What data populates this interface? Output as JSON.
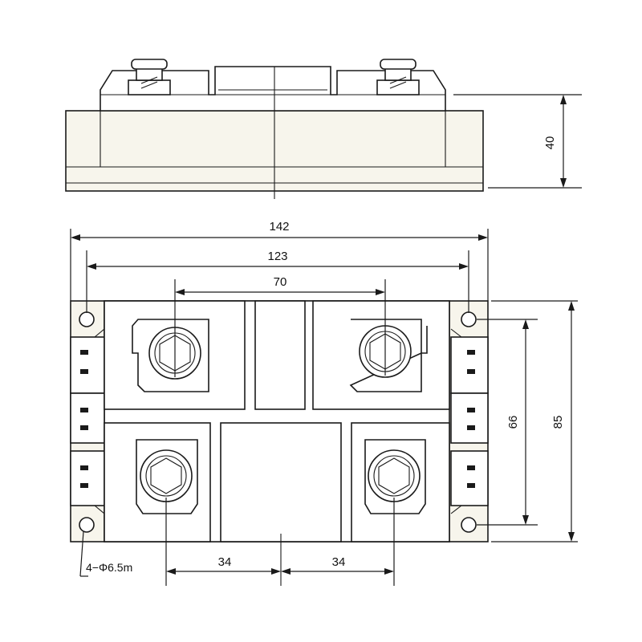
{
  "dimensions": {
    "overall_length": "142",
    "mount_hole_pitch": "123",
    "terminal_pitch_top": "70",
    "terminal_spacing_left": "34",
    "terminal_spacing_right": "34",
    "height": "40",
    "mount_hole_span": "66",
    "overall_width": "85",
    "hole_note": "4−Φ6.5m"
  },
  "colors": {
    "line": "#1a1a1a",
    "background": "#ffffff",
    "housing_fill": "#f7f5ec"
  },
  "icons": {
    "terminal": "hex-bolt-icon",
    "mount_hole": "circle-hole-icon"
  }
}
